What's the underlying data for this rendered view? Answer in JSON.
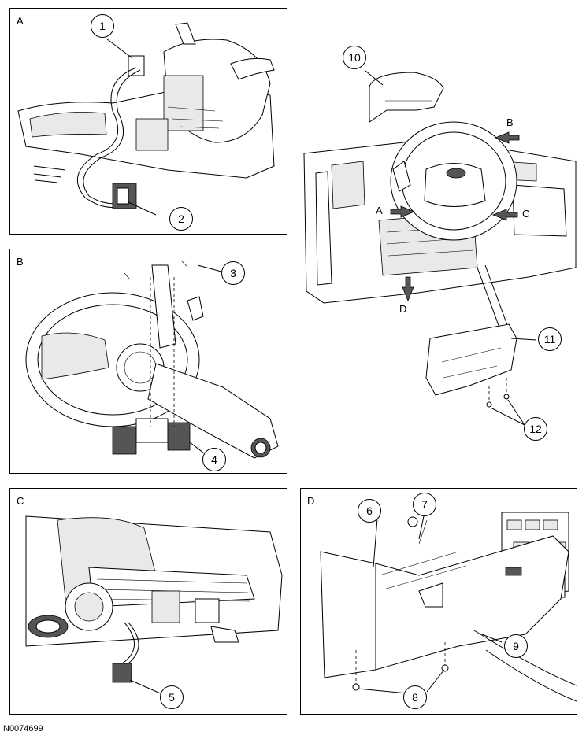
{
  "panels": {
    "a": {
      "letter": "A"
    },
    "b": {
      "letter": "B"
    },
    "c": {
      "letter": "C"
    },
    "d": {
      "letter": "D"
    }
  },
  "overview": {
    "view_labels": {
      "a": "A",
      "b": "B",
      "c": "C",
      "d": "D"
    }
  },
  "callouts": {
    "c1": "1",
    "c2": "2",
    "c3": "3",
    "c4": "4",
    "c5": "5",
    "c6": "6",
    "c7": "7",
    "c8": "8",
    "c9": "9",
    "c10": "10",
    "c11": "11",
    "c12": "12"
  },
  "document_id": "N0074699"
}
